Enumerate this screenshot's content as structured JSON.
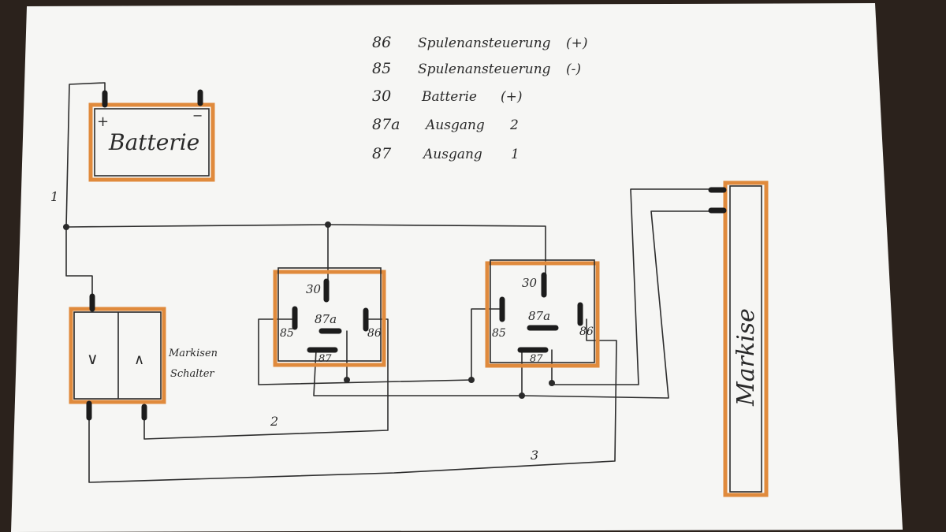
{
  "legend": [
    {
      "pin": "86",
      "desc": "Spulenansteuerung",
      "sign": "(+)"
    },
    {
      "pin": "85",
      "desc": "Spulenansteuerung",
      "sign": "(-)"
    },
    {
      "pin": "30",
      "desc": "Batterie",
      "sign": "(+)"
    },
    {
      "pin": "87a",
      "desc": "Ausgang",
      "sign": "2"
    },
    {
      "pin": "87",
      "desc": "Ausgang",
      "sign": "1"
    }
  ],
  "battery": {
    "label": "Batterie",
    "plus": "+",
    "minus": "−"
  },
  "switch": {
    "label_line1": "Markisen",
    "label_line2": "Schalter",
    "down": "∨",
    "up": "∧"
  },
  "relay_left": {
    "p30": "30",
    "p87a": "87a",
    "p85": "85",
    "p86": "86",
    "p87": "87"
  },
  "relay_right": {
    "p30": "30",
    "p87a": "87a",
    "p85": "85",
    "p86": "86",
    "p87": "87"
  },
  "markise": {
    "label": "Markise"
  },
  "wire_labels": {
    "w1": "1",
    "w2": "2",
    "w3": "3"
  },
  "colors": {
    "outline": "#e08a3c",
    "ink": "#2b2b2b",
    "paper": "#f7f7f5"
  }
}
